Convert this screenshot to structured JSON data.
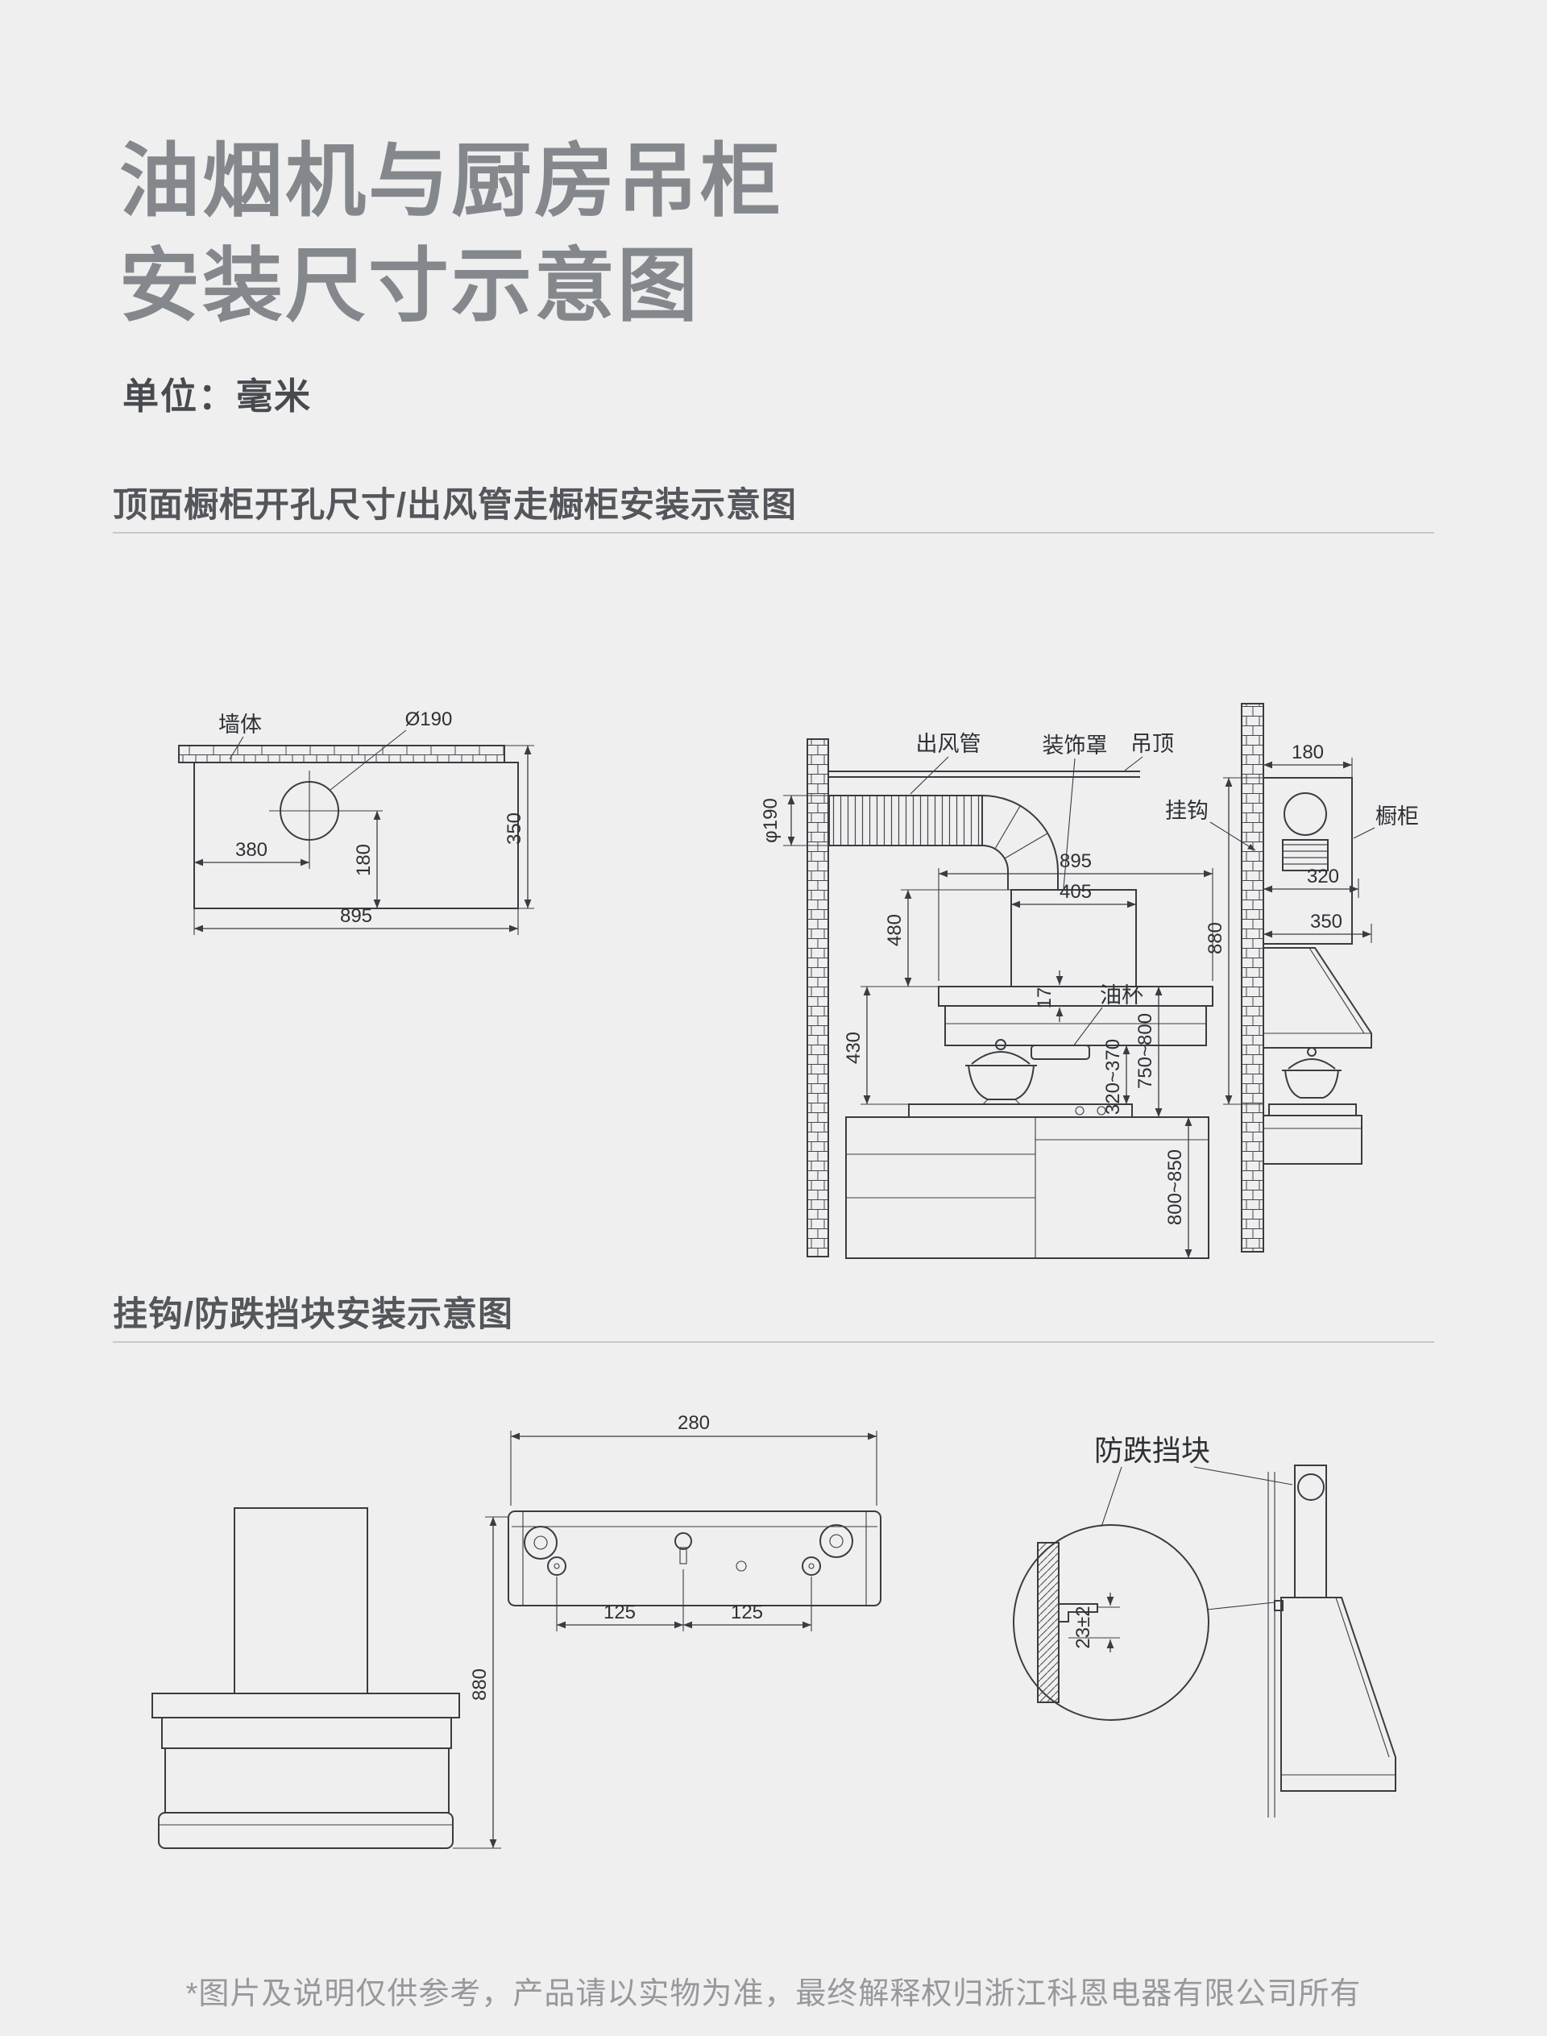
{
  "page": {
    "title_line1": "油烟机与厨房吊柜",
    "title_line2": "安装尺寸示意图",
    "unit_label": "单位：毫米",
    "footer_note": "*图片及说明仅供参考，产品请以实物为准，最终解释权归浙江科恩电器有限公司所有"
  },
  "sections": {
    "s1_title": "顶面橱柜开孔尺寸/出风管走橱柜安装示意图",
    "s2_title": "挂钩/防跌挡块安装示意图"
  },
  "diagram1": {
    "top_view": {
      "wall": "墙体",
      "hole": "Ø190",
      "d380": "380",
      "d180": "180",
      "d350": "350",
      "d895": "895"
    },
    "side_view": {
      "duct": "出风管",
      "cover": "装饰罩",
      "ceiling": "吊顶",
      "phi190": "φ190",
      "d895": "895",
      "d405": "405",
      "d480": "480",
      "d430": "430",
      "d17": "17",
      "oil_cup": "油杯",
      "d320_370": "320~370",
      "d750_800": "750~800",
      "d800_850": "800~850"
    },
    "hook_view": {
      "hook": "挂钩",
      "cabinet": "橱柜",
      "d180": "180",
      "d320": "320",
      "d350": "350",
      "d880": "880"
    }
  },
  "diagram2": {
    "bracket": {
      "d280": "280",
      "d125a": "125",
      "d125b": "125",
      "d880": "880"
    },
    "detail": {
      "label": "防跌挡块",
      "d23": "23±2"
    }
  }
}
